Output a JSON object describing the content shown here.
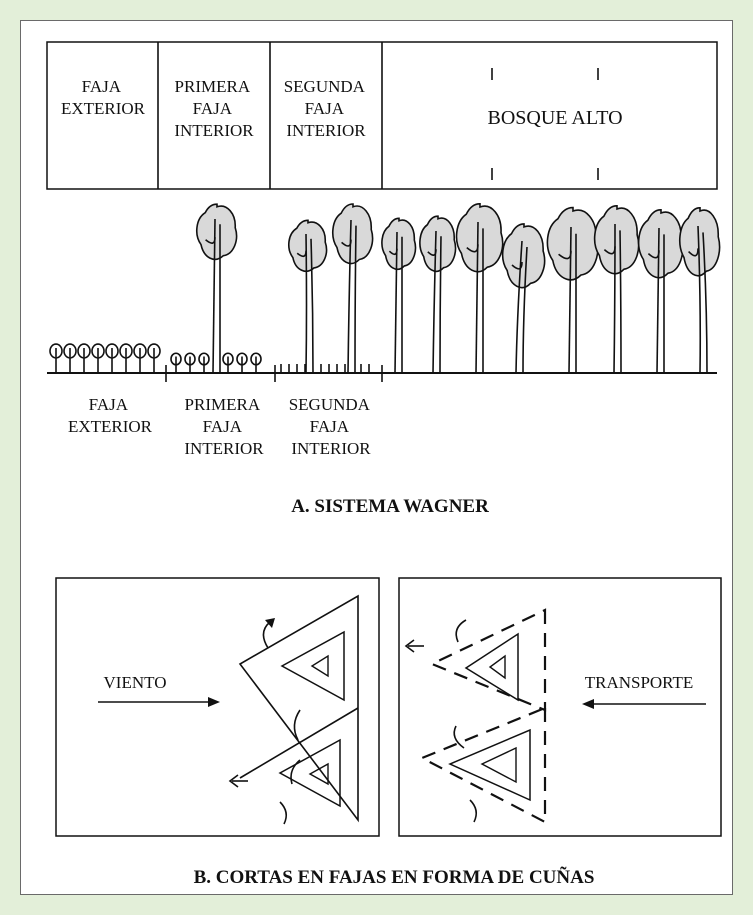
{
  "wagner": {
    "top_zones": [
      [
        "FAJA",
        "EXTERIOR"
      ],
      [
        "PRIMERA",
        "FAJA",
        "INTERIOR"
      ],
      [
        "SEGUNDA",
        "FAJA",
        "INTERIOR"
      ]
    ],
    "top_forest_label": "BOSQUE ALTO",
    "ground_zones": [
      [
        "FAJA",
        "EXTERIOR"
      ],
      [
        "PRIMERA",
        "FAJA",
        "INTERIOR"
      ],
      [
        "SEGUNDA",
        "FAJA",
        "INTERIOR"
      ]
    ],
    "title": "A. SISTEMA WAGNER"
  },
  "wedge": {
    "left_label": "VIENTO",
    "right_label": "TRANSPORTE",
    "title": "B. CORTAS EN FAJAS EN FORMA DE CUÑAS"
  }
}
